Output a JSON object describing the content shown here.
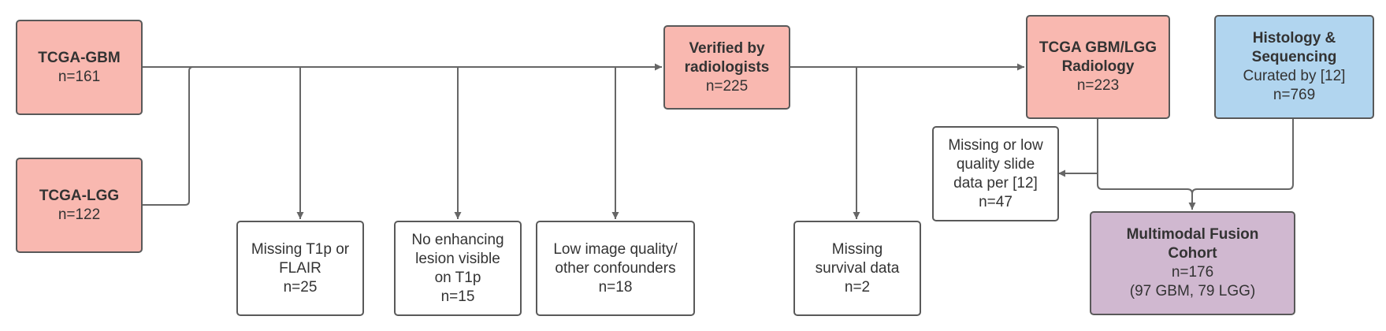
{
  "nodes": {
    "tcga_gbm": {
      "title": "TCGA-GBM",
      "count": "n=161"
    },
    "tcga_lgg": {
      "title": "TCGA-LGG",
      "count": "n=122"
    },
    "verified": {
      "title_line1": "Verified by",
      "title_line2": "radiologists",
      "count": "n=225"
    },
    "radiology": {
      "title_line1": "TCGA GBM/LGG",
      "title_line2": "Radiology",
      "count": "n=223"
    },
    "histology": {
      "title_line1": "Histology &",
      "title_line2": "Sequencing",
      "subtitle": "Curated by [12]",
      "count": "n=769"
    },
    "fusion": {
      "title_line1": "Multimodal Fusion",
      "title_line2": "Cohort",
      "count": "n=176",
      "detail": "(97 GBM, 79 LGG)"
    }
  },
  "exclusions": {
    "missing_t1p": {
      "line1": "Missing T1p or",
      "line2": "FLAIR",
      "count": "n=25"
    },
    "no_enhancing": {
      "line1": "No enhancing",
      "line2": "lesion visible",
      "line3": "on T1p",
      "count": "n=15"
    },
    "low_quality": {
      "line1": "Low image quality/",
      "line2": "other confounders",
      "count": "n=18"
    },
    "missing_survival": {
      "line1": "Missing",
      "line2": "survival data",
      "count": "n=2"
    },
    "missing_slide": {
      "line1": "Missing or low",
      "line2": "quality slide",
      "line3": "data per [12]",
      "count": "n=47"
    }
  },
  "colors": {
    "source_fill": "#f9b8b0",
    "histology_fill": "#b1d5ef",
    "cohort_fill": "#d0b8d0",
    "border": "#595959",
    "connector": "#666666"
  }
}
